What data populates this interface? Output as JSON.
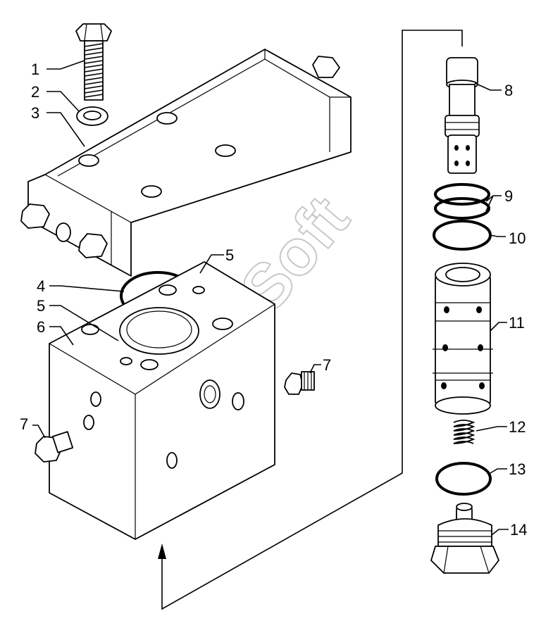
{
  "callouts": [
    {
      "id": "1",
      "text": "1"
    },
    {
      "id": "2",
      "text": "2"
    },
    {
      "id": "3",
      "text": "3"
    },
    {
      "id": "4",
      "text": "4"
    },
    {
      "id": "5a",
      "text": "5"
    },
    {
      "id": "5b",
      "text": "5"
    },
    {
      "id": "6",
      "text": "6"
    },
    {
      "id": "7a",
      "text": "7"
    },
    {
      "id": "7b",
      "text": "7"
    },
    {
      "id": "8",
      "text": "8"
    },
    {
      "id": "9",
      "text": "9"
    },
    {
      "id": "10",
      "text": "10"
    },
    {
      "id": "11",
      "text": "11"
    },
    {
      "id": "12",
      "text": "12"
    },
    {
      "id": "13",
      "text": "13"
    },
    {
      "id": "14",
      "text": "14"
    }
  ],
  "watermark": "AutoSoft"
}
